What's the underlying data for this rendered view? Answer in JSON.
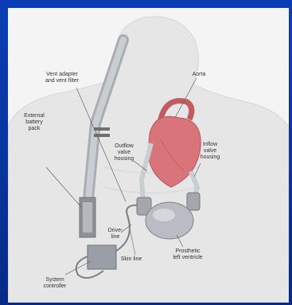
{
  "labels": {
    "vent_adapter": "Vent adapter\nand vent filter",
    "aorta": "Aorta",
    "external_battery": "External\nbattery\npack",
    "outflow_valve": "Outflow\nvalve\nhousing",
    "inflow_valve": "Inflow\nvalve\nhousing",
    "drive_line": "Drive-\nline",
    "skin_line": "Skin line",
    "prosthetic_ventricle": "Prosthetic\nleft ventricle",
    "system_controller": "System\ncontroller"
  },
  "colors": {
    "frame_blue": "#0a3db5",
    "panel": "#f4f4f4",
    "body_silhouette": "#e6e6e6",
    "heart": "#d9747a",
    "device": "#b9bcc2"
  }
}
